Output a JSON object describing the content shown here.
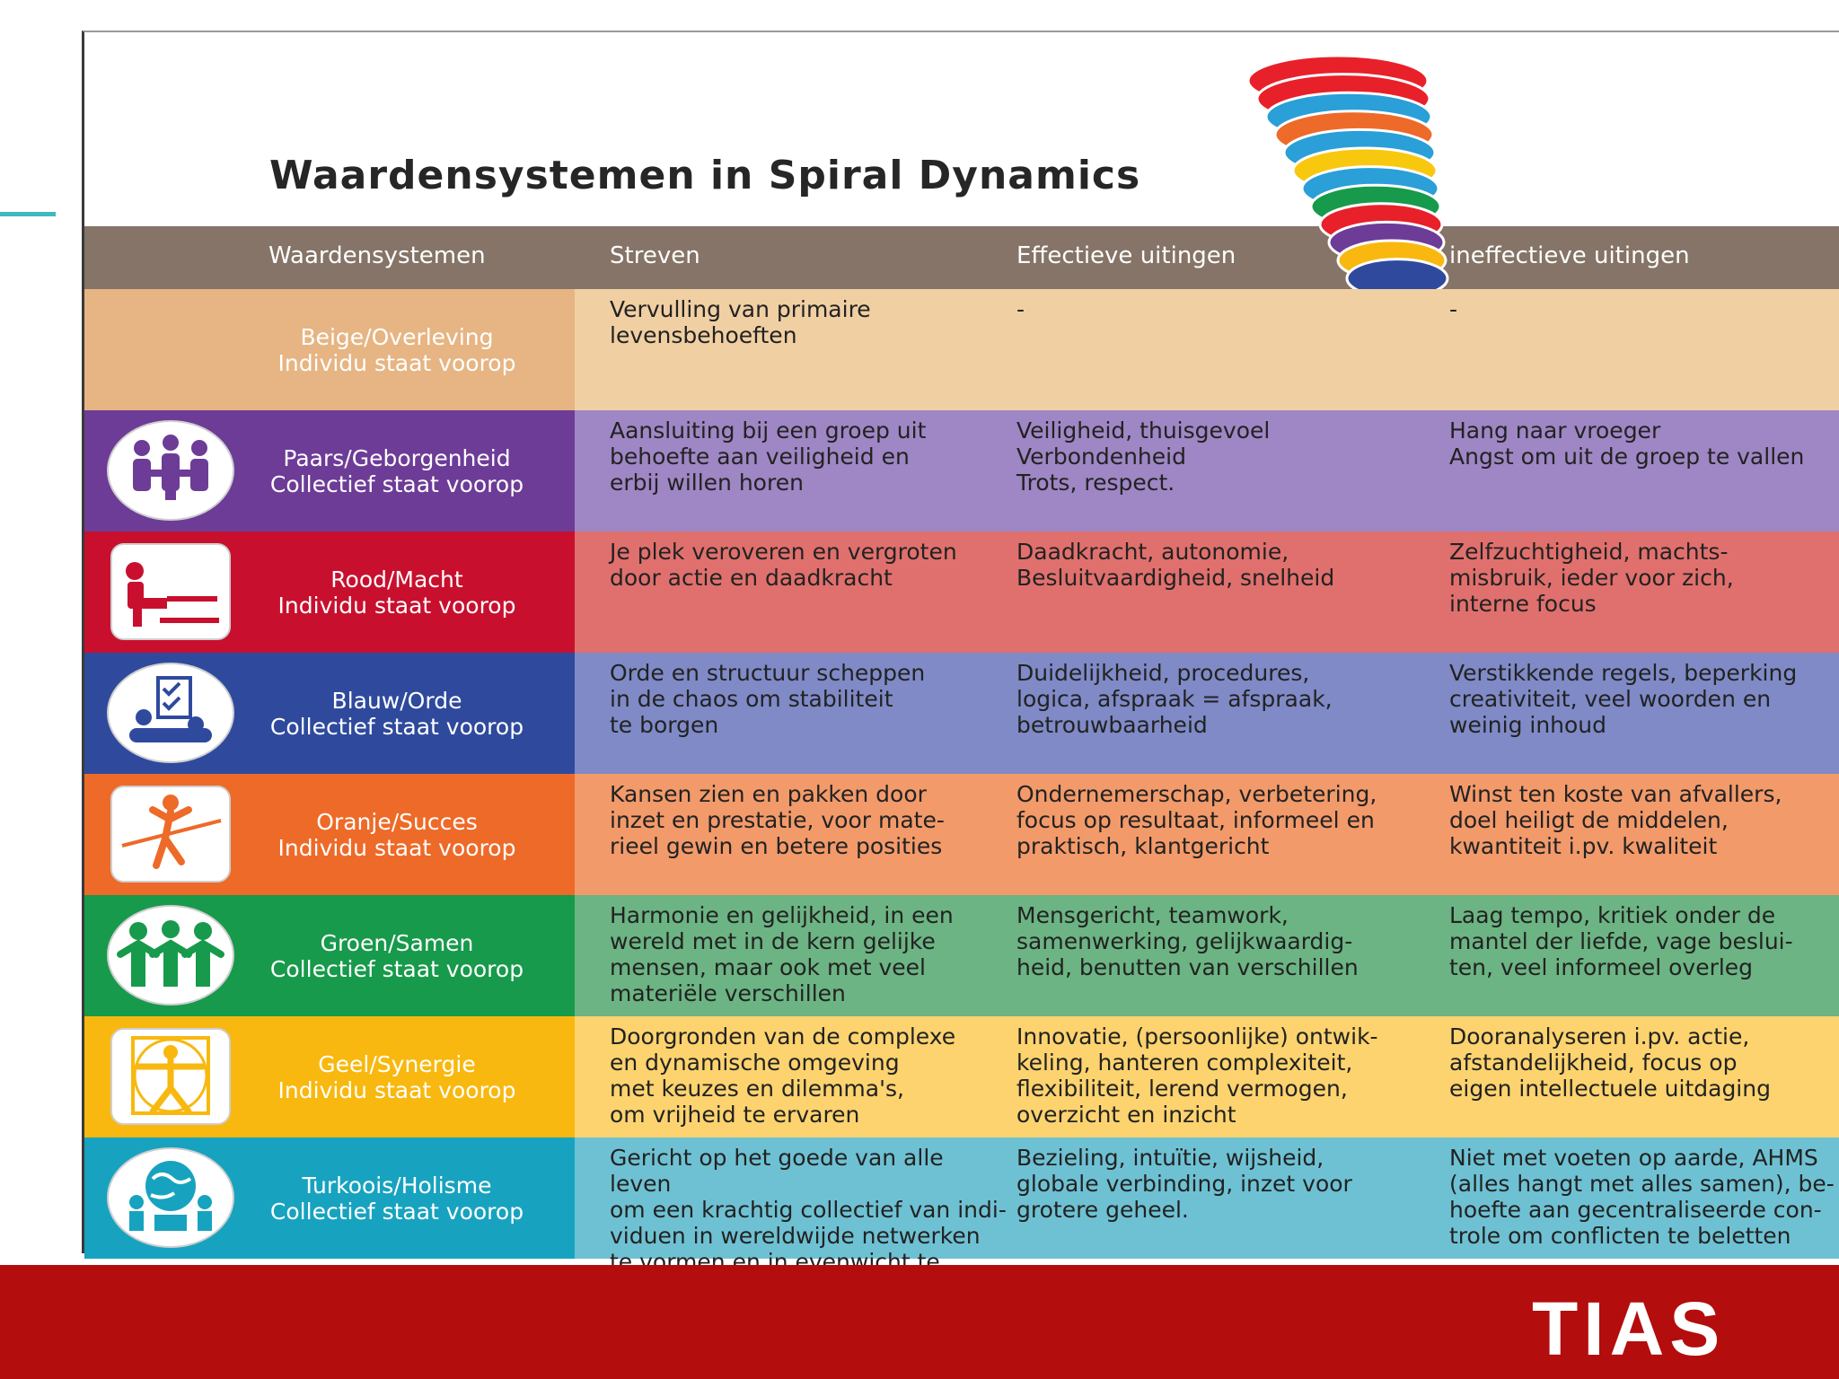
{
  "title": "Waardensystemen in Spiral Dynamics",
  "headers": [
    "Waardensystemen",
    "Streven",
    "Effectieve uitingen",
    "ineffectieve uitingen"
  ],
  "rows": [
    {
      "name": "Beige/Overleving",
      "scope": "Individu staat voorop",
      "streven": "Vervulling van primaire\nlevensbehoeften",
      "effectief": "-",
      "ineffectief": "-",
      "icon": "none",
      "color_label": "#e6b583",
      "color_text": "#f0cfa3"
    },
    {
      "name": "Paars/Geborgenheid",
      "scope": "Collectief staat voorop",
      "streven": "Aansluiting bij een groep uit\nbehoefte aan veiligheid en\nerbij willen horen",
      "effectief": "Veiligheid, thuisgevoel\nVerbondenheid\nTrots, respect.",
      "ineffectief": "Hang naar vroeger\nAngst om uit de groep te vallen",
      "icon": "group-meeting-icon",
      "color_label": "#6d3c97",
      "color_text": "#9f86c4"
    },
    {
      "name": "Rood/Macht",
      "scope": "Individu staat voorop",
      "streven": "Je plek veroveren en vergroten\ndoor actie en daadkracht",
      "effectief": "Daadkracht, autonomie,\nBesluitvaardigheid, snelheid",
      "ineffectief": "Zelfzuchtigheid, machts-\nmisbruik, ieder voor zich,\ninterne focus",
      "icon": "person-at-desk-icon",
      "color_label": "#c8102e",
      "color_text": "#e0706d"
    },
    {
      "name": "Blauw/Orde",
      "scope": "Collectief staat voorop",
      "streven": "Orde en structuur scheppen\nin de chaos om stabiliteit\nte borgen",
      "effectief": "Duidelijkheid, procedures,\nlogica, afspraak = afspraak,\nbetrouwbaarheid",
      "ineffectief": "Verstikkende regels, beperking\ncreativiteit, veel woorden en\nweinig inhoud",
      "icon": "checklist-meeting-icon",
      "color_label": "#2f4a9d",
      "color_text": "#7f8ac7"
    },
    {
      "name": "Oranje/Succes",
      "scope": "Individu staat voorop",
      "streven": "Kansen zien en pakken door\ninzet en prestatie, voor mate-\nrieel gewin en betere posities",
      "effectief": "Ondernemerschap, verbetering,\nfocus op resultaat, informeel en\npraktisch, klantgericht",
      "ineffectief": "Winst ten koste van afvallers,\ndoel heiligt de middelen,\nkwantiteit i.pv. kwaliteit",
      "icon": "finish-line-runner-icon",
      "color_label": "#ee6a28",
      "color_text": "#f29a6a"
    },
    {
      "name": "Groen/Samen",
      "scope": "Collectief staat voorop",
      "streven": "Harmonie en gelijkheid, in een\nwereld met in de kern gelijke\nmensen,  maar ook met veel\nmateriële verschillen",
      "effectief": "Mensgericht, teamwork,\nsamenwerking,  gelijkwaardig-\nheid, benutten van verschillen",
      "ineffectief": "Laag tempo, kritiek onder de\nmantel der liefde, vage beslui-\nten, veel informeel overleg",
      "icon": "people-together-icon",
      "color_label": "#179a4b",
      "color_text": "#6cb483"
    },
    {
      "name": "Geel/Synergie",
      "scope": "Individu staat voorop",
      "streven": "Doorgronden van de complexe\nen dynamische omgeving\nmet keuzes en dilemma's,\nom vrijheid te ervaren",
      "effectief": "Innovatie, (persoonlijke) ontwik-\nkeling, hanteren complexiteit,\nflexibiliteit, lerend vermogen,\noverzicht en inzicht",
      "ineffectief": "Dooranalyseren i.pv. actie,\nafstandelijkheid, focus op\neigen  intellectuele uitdaging",
      "icon": "vitruvian-man-icon",
      "color_label": "#f8b80f",
      "color_text": "#fcd36e"
    },
    {
      "name": "Turkoois/Holisme",
      "scope": "Collectief staat voorop",
      "streven": "Gericht op het goede van alle leven\nom een krachtig collectief van indi-\nviduen in wereldwijde netwerken\nte vormen en in evenwicht te houden",
      "effectief": "Bezieling, intuïtie, wijsheid,\nglobale verbinding, inzet voor\ngrotere geheel.",
      "ineffectief": "Niet met voeten op aarde,  AHMS\n(alles hangt met alles samen), be-\nhoefte aan gecentraliseerde con-\ntrole om conflicten te beletten",
      "icon": "globe-people-icon",
      "color_label": "#17a3bf",
      "color_text": "#6ec1d3"
    }
  ],
  "footer": {
    "logo": "TIAS"
  }
}
